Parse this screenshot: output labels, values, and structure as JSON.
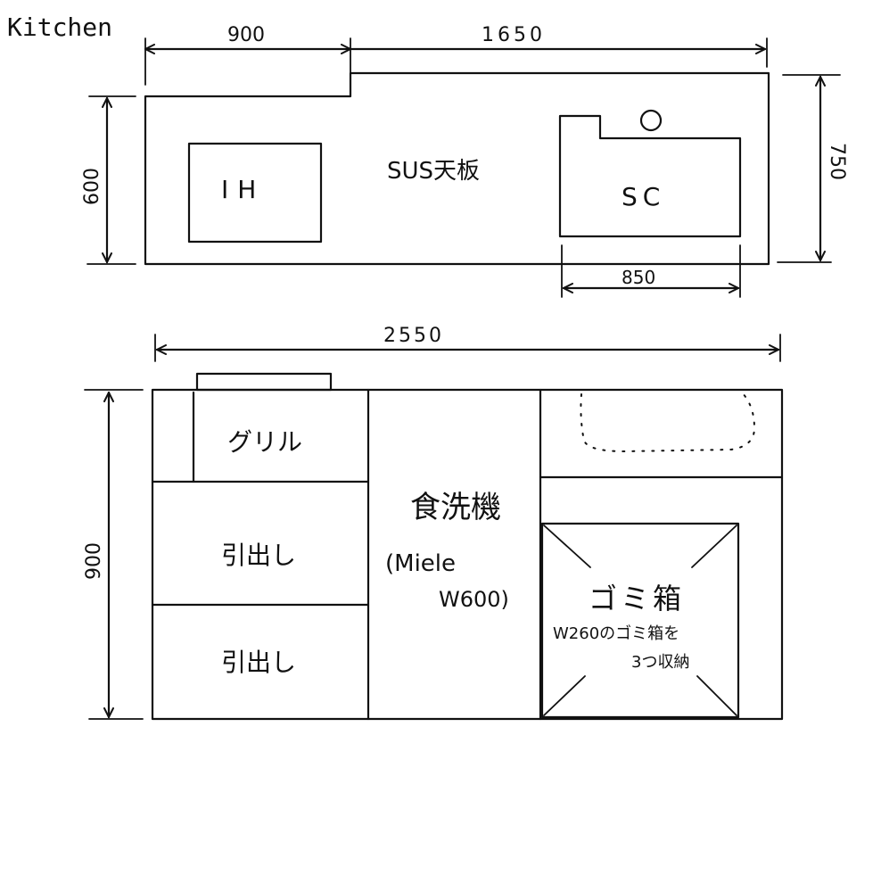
{
  "title": "Kitchen",
  "plan": {
    "dim_left_width": "900",
    "dim_right_width": "1650",
    "dim_depth_left": "600",
    "dim_depth_right": "750",
    "dim_sink_width": "850",
    "label_ih": "IH",
    "label_top": "SUS天板",
    "label_sink": "SC"
  },
  "elevation": {
    "dim_total_width": "2550",
    "dim_height": "900",
    "label_grill": "グリル",
    "label_drawer_1": "引出し",
    "label_drawer_2": "引出し",
    "label_dishwasher": "食洗機",
    "label_dishwasher_model_1": "(Miele",
    "label_dishwasher_model_2": "W600)",
    "label_trash": "ゴミ箱",
    "label_trash_note_1": "W260のゴミ箱を",
    "label_trash_note_2": "3つ収納"
  }
}
